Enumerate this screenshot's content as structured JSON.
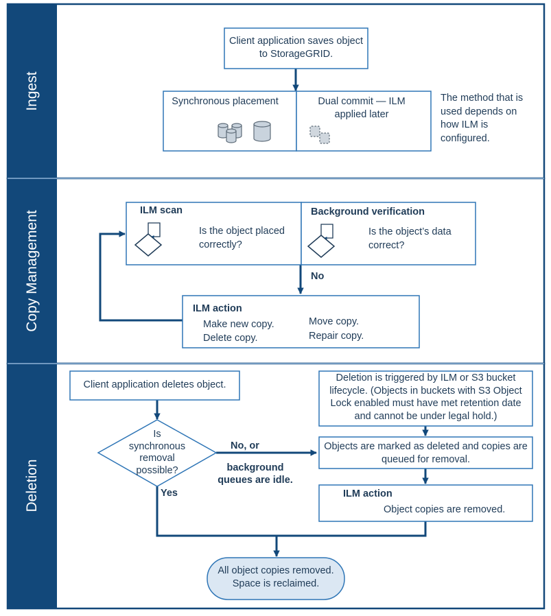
{
  "colors": {
    "lane_bar": "#12487a",
    "box_border": "#2e75b6",
    "box_fill": "#ffffff",
    "terminal_fill": "#dbe7f3",
    "arrow": "#12487a",
    "text": "#1f3b57"
  },
  "lanes": [
    {
      "label": "Ingest"
    },
    {
      "label": "Copy Management"
    },
    {
      "label": "Deletion"
    }
  ],
  "ingest": {
    "client_saves": "Client application saves object to StorageGRID.",
    "sync_placement": "Synchronous placement",
    "dual_commit": "Dual commit — ILM applied later",
    "method_note": "The method that is used depends on how ILM is configured."
  },
  "copy_mgmt": {
    "ilm_scan_title": "ILM scan",
    "ilm_scan_question": "Is the object placed correctly?",
    "bg_verify_title": "Background verification",
    "bg_verify_question": "Is the object’s data correct?",
    "no_label": "No",
    "ilm_action_title": "ILM action",
    "make_copy": "Make new copy.",
    "delete_copy": "Delete copy.",
    "move_copy": "Move copy.",
    "repair_copy": "Repair copy."
  },
  "deletion": {
    "client_deletes": "Client application deletes object.",
    "decision": "Is synchronous removal possible?",
    "no_or": "No, or",
    "bg_idle": "background queues are idle.",
    "yes": "Yes",
    "triggered": "Deletion is triggered by ILM or  S3 bucket lifecycle. (Objects in buckets with S3 Object Lock enabled must have met retention date and cannot be under legal hold.)",
    "marked": "Objects are marked as deleted and copies are queued for removal.",
    "ilm_action_title": "ILM action",
    "copies_removed": "Object copies are removed.",
    "final": "All object copies removed. Space is reclaimed."
  }
}
